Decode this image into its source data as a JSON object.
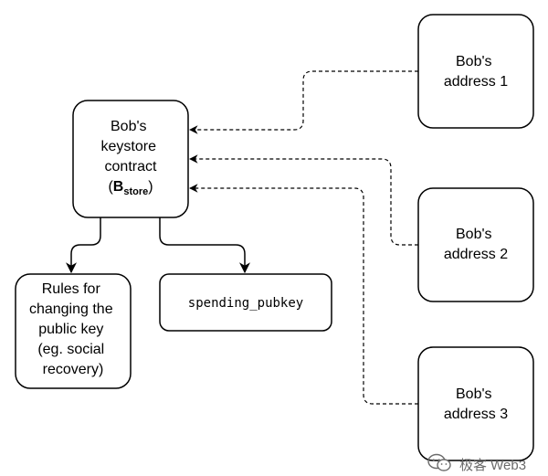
{
  "nodes": {
    "keystore": {
      "lines": [
        "Bob's",
        "keystore",
        "contract"
      ],
      "symbol_main": "B",
      "symbol_sub": "store",
      "paren_open": "(",
      "paren_close": ")"
    },
    "rules": {
      "lines": [
        "Rules for",
        "changing the",
        "public key",
        "(eg. social",
        "recovery)"
      ]
    },
    "pubkey": {
      "label": "spending_pubkey"
    },
    "address1": {
      "lines": [
        "Bob's",
        "address 1"
      ]
    },
    "address2": {
      "lines": [
        "Bob's",
        "address 2"
      ]
    },
    "address3": {
      "lines": [
        "Bob's",
        "address 3"
      ]
    }
  },
  "watermark": {
    "text": "极客 Web3"
  },
  "colors": {
    "stroke": "#000000",
    "fill": "#ffffff",
    "watermark": "#6b6b6b"
  }
}
